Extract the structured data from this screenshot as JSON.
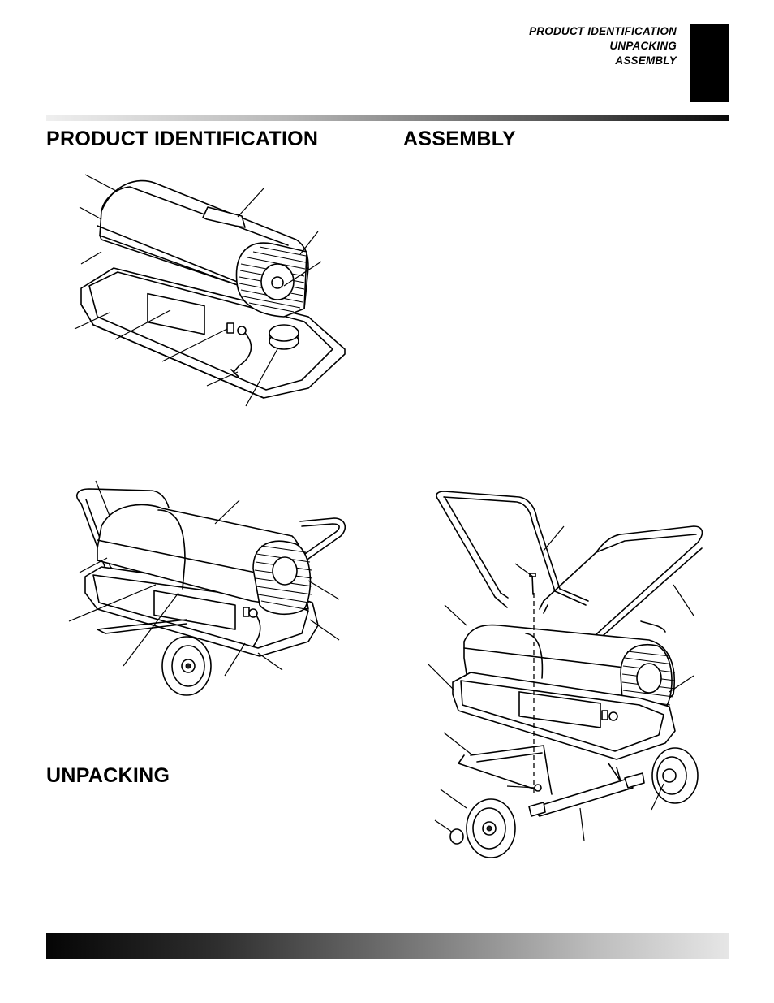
{
  "header": {
    "nav_line1": "PRODUCT IDENTIFICATION",
    "nav_line2": "UNPACKING",
    "nav_line3": "ASSEMBLY"
  },
  "sections": {
    "product_identification": "PRODUCT IDENTIFICATION",
    "assembly": "ASSEMBLY",
    "unpacking": "UNPACKING"
  }
}
